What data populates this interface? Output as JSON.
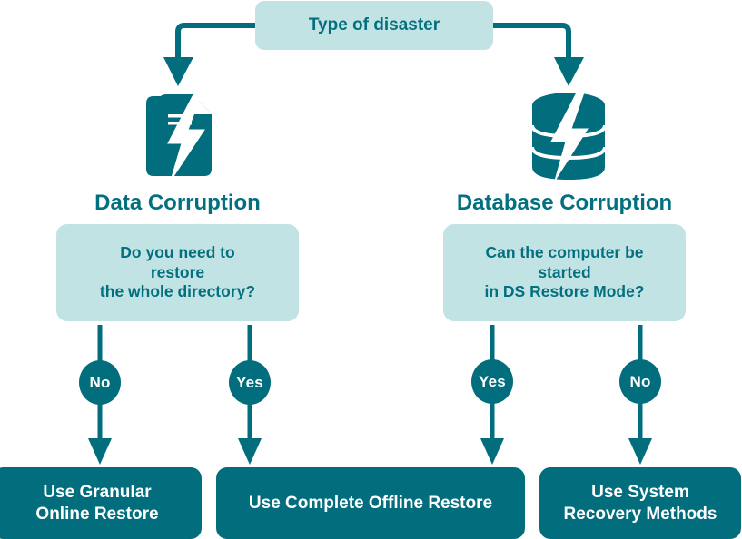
{
  "diagram": {
    "title": "Type of disaster",
    "colors": {
      "accent_dark": "#026d7d",
      "accent_light": "#c2e3e4",
      "text_teal": "#03707f",
      "text_on_dark": "#ffffff",
      "background": "#ffffff"
    }
  },
  "root": {
    "label": "Type of disaster"
  },
  "branches": [
    {
      "icon": "document-lightning-icon",
      "caption": "Data Corruption",
      "question": {
        "line1": "Do you need to",
        "line2": "restore",
        "line3": "the whole directory?"
      },
      "answers": [
        {
          "label": "No",
          "result": {
            "line1": "Use Granular",
            "line2": "Online Restore"
          }
        },
        {
          "label": "Yes",
          "result": {
            "line1": "Use Complete Offline Restore",
            "line2": ""
          }
        }
      ]
    },
    {
      "icon": "database-lightning-icon",
      "caption": "Database Corruption",
      "question": {
        "line1": "Can the computer be",
        "line2": "started",
        "line3": "in DS Restore Mode?"
      },
      "answers": [
        {
          "label": "Yes",
          "result": {
            "line1": "Use Complete Offline Restore",
            "line2": ""
          }
        },
        {
          "label": "No",
          "result": {
            "line1": "Use System",
            "line2": "Recovery Methods"
          }
        }
      ]
    }
  ],
  "results": [
    {
      "line1": "Use Granular",
      "line2": "Online Restore"
    },
    {
      "line1": "Use Complete Offline Restore",
      "line2": ""
    },
    {
      "line1": "Use System",
      "line2": "Recovery Methods"
    }
  ],
  "badges": [
    {
      "label": "No"
    },
    {
      "label": "Yes"
    },
    {
      "label": "Yes"
    },
    {
      "label": "No"
    }
  ]
}
